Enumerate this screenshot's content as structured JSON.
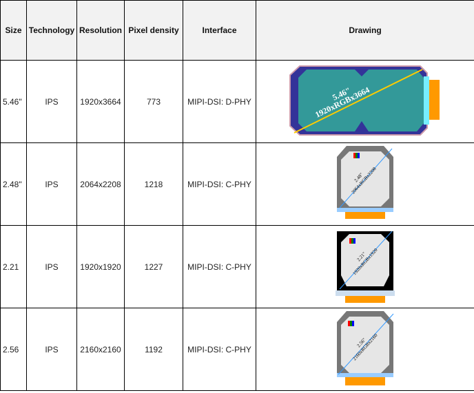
{
  "headers": [
    "Size",
    "Technology",
    "Resolution",
    "Pixel density",
    "Interface",
    "Drawing"
  ],
  "rows": [
    {
      "size": "5.46\"",
      "technology": "IPS",
      "resolution": "1920x3664",
      "density": "773",
      "interface": "MIPI-DSI: D-PHY",
      "drawing_size": "5.46\"",
      "drawing_res": "1920xRGBx3664"
    },
    {
      "size": "2.48\"",
      "technology": "IPS",
      "resolution": "2064x2208",
      "density": "1218",
      "interface": "MIPI-DSI: C-PHY",
      "drawing_size": "2.48\"",
      "drawing_res": "2064xRGBx2208"
    },
    {
      "size": "2.21",
      "technology": "IPS",
      "resolution": "1920x1920",
      "density": "1227",
      "interface": "MIPI-DSI: C-PHY",
      "drawing_size": "2.21\"",
      "drawing_res": "1920xRGBx1920"
    },
    {
      "size": "2.56",
      "technology": "IPS",
      "resolution": "2160x2160",
      "density": "1192",
      "interface": "MIPI-DSI: C-PHY",
      "drawing_size": "2.56\"",
      "drawing_res": "2160xRGBx2160"
    }
  ]
}
